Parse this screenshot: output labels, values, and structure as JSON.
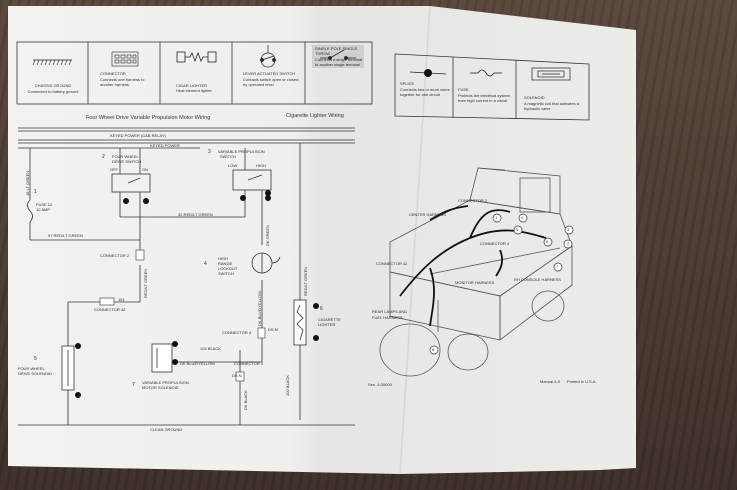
{
  "legend_left": [
    {
      "title": "CHASSIS GROUND",
      "desc": "Connected to battery ground",
      "icon": "chassis-ground-icon"
    },
    {
      "title": "CONNECTOR",
      "desc": "Connects one harness to another harness",
      "icon": "connector-icon"
    },
    {
      "title": "CIGAR LIGHTER",
      "desc": "Heat element lighter",
      "icon": "cigar-lighter-icon"
    },
    {
      "title": "LEVER ACTUATED SWITCH",
      "desc": "Contacts switch open or closed by operated lever",
      "icon": "lever-switch-icon"
    },
    {
      "title": "SINGLE POLE SINGLE THROW",
      "desc": "Connects a single terminal to another single terminal",
      "icon": "spst-switch-icon"
    }
  ],
  "legend_right": [
    {
      "title": "SPLICE",
      "desc": "Connects two or more wires together for one circuit",
      "icon": "splice-icon"
    },
    {
      "title": "FUSE",
      "desc": "Protects the electrical system from high current in a circuit",
      "icon": "fuse-icon"
    },
    {
      "title": "SOLENOID",
      "desc": "A magnetic coil that activates a hydraulic valve",
      "icon": "solenoid-icon"
    }
  ],
  "diagram": {
    "title_left": "Four Wheel Drive Variable Propulsion Motor Wiring",
    "title_right": "Cigarette Lighter Wiring",
    "keyed_relay": "KEYED POWER (CAB RELAY)",
    "keyed_power": "KEYED POWER",
    "wire_lt_green": "18 LT GREEN",
    "fuse": {
      "num": "1",
      "label": "FUSE 12",
      "amp": "10 AMP"
    },
    "wire_red_green_1": "97 RED/LT GREEN",
    "wire_red_green_2": "32 RED/LT GREEN",
    "sw4wd": {
      "num": "2",
      "label": "FOUR WHEEL",
      "label2": "DRIVE SWITCH",
      "off": "OFF",
      "on": "ON"
    },
    "swvp": {
      "num": "3",
      "label": "VARIABLE PROPULSION",
      "label2": "SWITCH",
      "low": "LOW",
      "high": "HIGH"
    },
    "connector2": "CONNECTOR 2",
    "wire_redlt_green_v": "RED/LT GREEN",
    "lockout": {
      "num": "4",
      "label": "HIGH",
      "label2": "RANGE",
      "label3": "LOCKOUT",
      "label4": "SWITCH"
    },
    "wire_dk_green": "DK GREEN",
    "wire_dk_blue": "DK BLUE/YELLOW",
    "wire_red_lt_green": "RED/LT GREEN",
    "connector42": "CONNECTOR 42",
    "c42_pin": "151",
    "connector4a": "CONNECTOR 4",
    "ds_m": "DS M",
    "wire_104_black": "104 BLACK",
    "wire_dk_blue_yellow": "DK BLUE/YELLOW",
    "connector4b": "CONNECTOR 4",
    "ds_n": "DS N",
    "sol4wd": {
      "num": "5",
      "label": "FOUR WHEEL",
      "label2": "DRIVE SOLENOID"
    },
    "vpsol": {
      "num": "7",
      "label": "VARIABLE PROPULSION",
      "label2": "MOTOR SOLENOID"
    },
    "lighter": {
      "num": "6",
      "label": "CIGARETTE",
      "label2": "LIGHTER"
    },
    "wire_100_black": "100 BLACK",
    "wire_dk_black": "DK BLACK",
    "clean_ground": "CLEAN GROUND"
  },
  "tractor": {
    "labels": [
      "CONNECTOR 2",
      "CENTER HARNESS",
      "CONNECTOR 4",
      "CONNECTOR 42",
      "MONITOR HARNESS",
      "RH CONSOLE HARNESS",
      "REAR LAMPS AND",
      "FUEL HARNESS"
    ],
    "callouts": [
      "1",
      "2",
      "3",
      "4",
      "5",
      "6",
      "7",
      "8"
    ],
    "footer_left": "Sec. 4-00000",
    "footer_mid": "Manual 4-0",
    "footer_right": "Printed in U.S.A."
  }
}
